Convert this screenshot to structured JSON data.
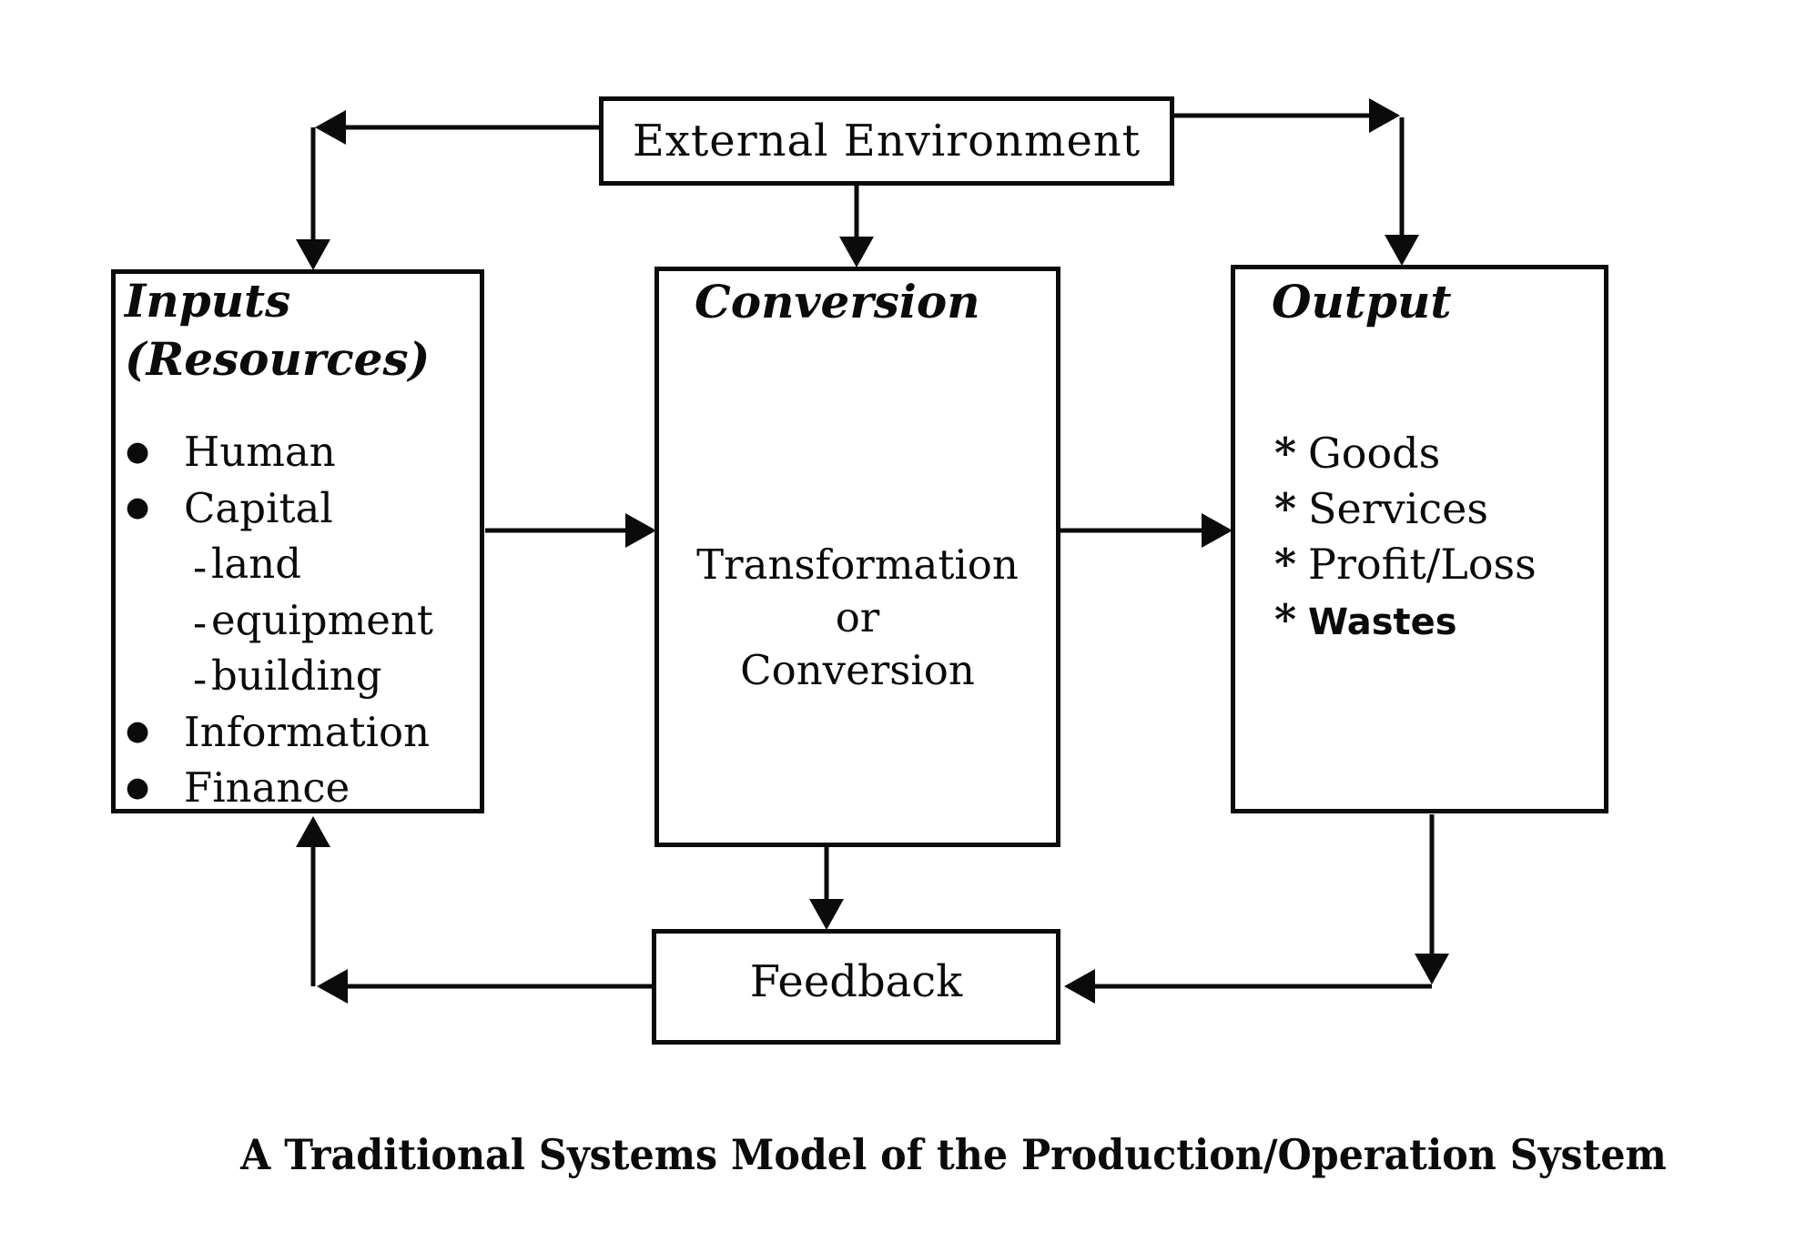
{
  "colors": {
    "ink": "#0b0b0b",
    "background": "#ffffff"
  },
  "diagram": {
    "external_environment": {
      "label": "External Environment"
    },
    "inputs": {
      "title_line1": "Inputs",
      "title_line2": "(Resources)",
      "items": [
        {
          "marker": "●",
          "label": "Human"
        },
        {
          "marker": "●",
          "label": "Capital"
        },
        {
          "marker": "-",
          "label": "land"
        },
        {
          "marker": "-",
          "label": "equipment"
        },
        {
          "marker": "-",
          "label": "building"
        },
        {
          "marker": "●",
          "label": "Information"
        },
        {
          "marker": "●",
          "label": "Finance"
        }
      ]
    },
    "conversion": {
      "title": "Conversion",
      "lines": [
        "Transformation",
        "or",
        "Conversion"
      ]
    },
    "output": {
      "title": "Output",
      "items": [
        {
          "marker": "*",
          "label": "Goods"
        },
        {
          "marker": "*",
          "label": "Services"
        },
        {
          "marker": "*",
          "label": "Profit/Loss"
        },
        {
          "marker": "*",
          "label": "Wastes"
        }
      ]
    },
    "feedback": {
      "label": "Feedback"
    },
    "caption": "A Traditional Systems Model of the Production/Operation System"
  }
}
